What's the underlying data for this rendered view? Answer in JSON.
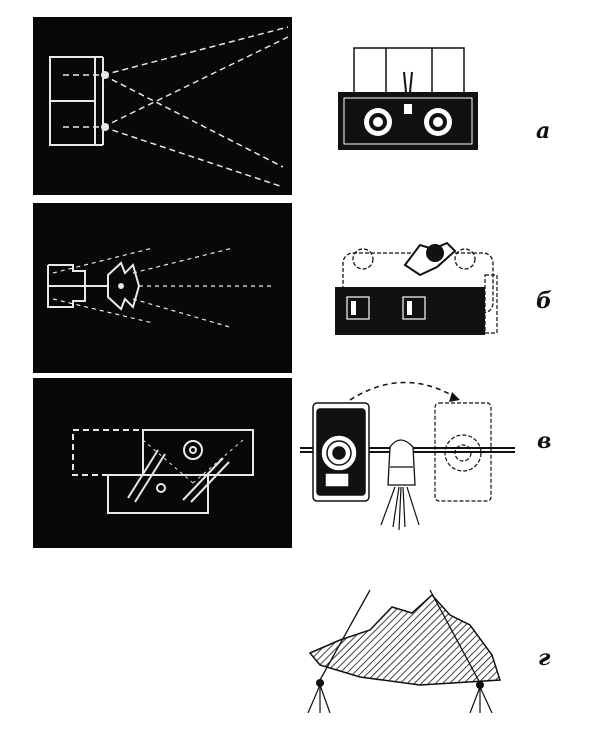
{
  "labels": {
    "a": "а",
    "b": "б",
    "c": "в",
    "d": "г"
  },
  "colors": {
    "panel_bg": "#080808",
    "ink": "#111111",
    "chalk": "#e8e8e8"
  },
  "icons": {
    "panel_a": "dual-lens-projection-diagram",
    "panel_b": "beam-splitter-diagram",
    "panel_c": "periscope-mirror-diagram",
    "fig_a": "stereo-camera-icon",
    "fig_b": "stereo-attachment-camera-icon",
    "fig_c": "sliding-camera-tripod-icon",
    "fig_d": "two-tripod-landscape-icon"
  }
}
